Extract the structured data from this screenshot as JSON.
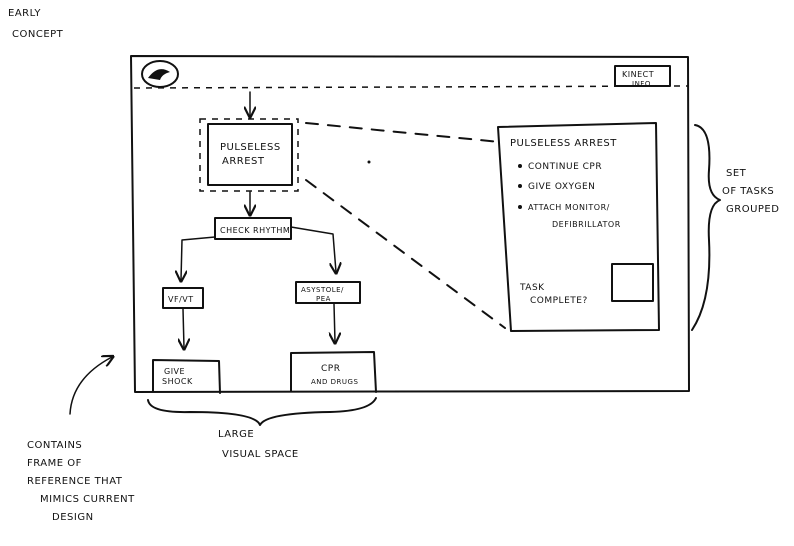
{
  "corner_note": [
    "EARLY",
    "CONCEPT"
  ],
  "header": {
    "kinect_button": [
      "KINECT",
      "INFO"
    ]
  },
  "flow": {
    "start_node": [
      "PULSELESS",
      "ARREST"
    ],
    "decision_node": "CHECK RHYTHM",
    "left_branch": "VF/VT",
    "right_branch": [
      "ASYSTOLE/",
      "PEA"
    ],
    "left_action": [
      "GIVE",
      "SHOCK"
    ],
    "right_action": [
      "CPR",
      "AND DRUGS"
    ]
  },
  "task_panel": {
    "title": "PULSELESS ARREST",
    "items": [
      "CONTINUE CPR",
      "GIVE OXYGEN",
      "ATTACH MONITOR/",
      "DEFIBRILLATOR"
    ],
    "complete_label": [
      "TASK",
      "COMPLETE?"
    ]
  },
  "annotations": {
    "tasks_grouped": [
      "SET",
      "OF TASKS",
      "GROUPED"
    ],
    "visual_space": [
      "LARGE",
      "VISUAL SPACE"
    ],
    "frame_of_reference": [
      "CONTAINS",
      "FRAME OF",
      "REFERENCE THAT",
      "MIMICS CURRENT",
      "DESIGN"
    ]
  }
}
